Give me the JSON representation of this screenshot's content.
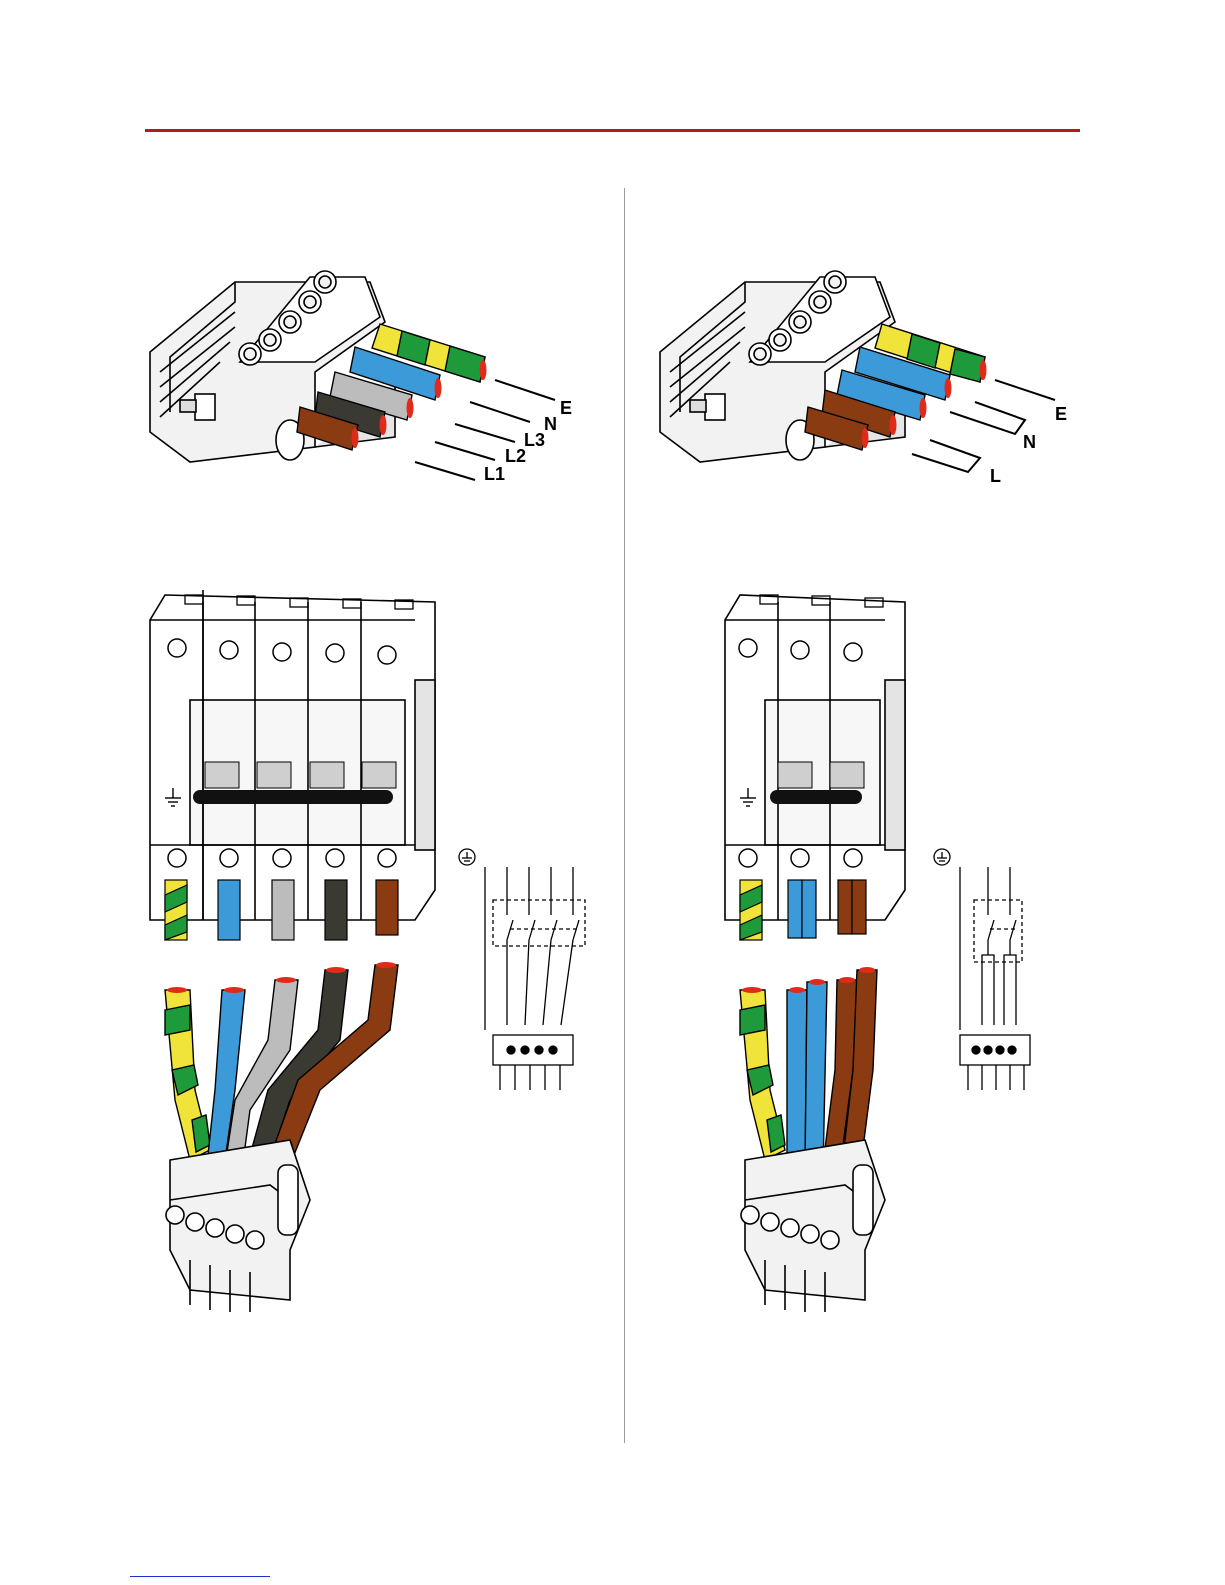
{
  "colors": {
    "accent_rule": "#b31b1b",
    "earth_green": "#1f9a3a",
    "earth_yellow": "#f0e33a",
    "neutral_blue": "#3d9ad8",
    "phase_brown": "#8a3b12",
    "phase_black": "#3a3a33",
    "phase_grey": "#bcbcbc",
    "wire_tip_red": "#e02a1a",
    "divider": "#9a9a9a"
  },
  "three_phase": {
    "connector_labels": [
      "E",
      "N",
      "L3",
      "L2",
      "L1"
    ],
    "breaker_poles": 5,
    "schematic_icon": "earth-symbol-icon"
  },
  "single_phase": {
    "connector_labels": [
      "E",
      "N",
      "L"
    ],
    "breaker_poles": 3,
    "schematic_icon": "earth-symbol-icon"
  }
}
